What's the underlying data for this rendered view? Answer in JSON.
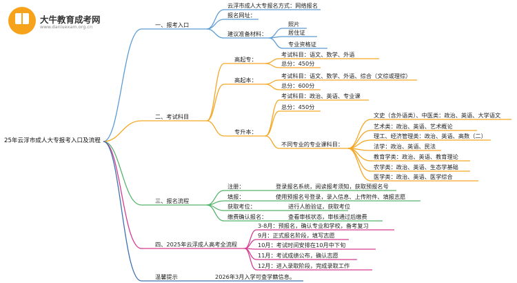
{
  "logo": {
    "title": "大牛教育成考网",
    "url": "www.daniuexam.org.cn"
  },
  "root": "25年云浮市成人大专报考入口及流程",
  "branches": {
    "b1": {
      "label": "一、报考入口",
      "mode": "云浮市成人大专报名方式：网络报名",
      "site": "报名网址：",
      "materials": "建议准备材料：",
      "mat_items": [
        "照片",
        "居住证",
        "专业资格证"
      ]
    },
    "b2": {
      "label": "二、考试科目",
      "gqz": {
        "label": "高起专：",
        "subjects": "考试科目：语文、数学、外语",
        "total": "总分：450分"
      },
      "gqb": {
        "label": "高起本：",
        "subjects": "考试科目：语文、数学、外语、综合（文综或理综）",
        "total": "总分：600分"
      },
      "zsb": {
        "label": "专升本：",
        "subjects": "考试科目：政治、英语、专业课",
        "total": "总分：450分",
        "spec_label": "不同专业的专业课科目：",
        "spec_items": [
          "文史（含外语类）、中医类：政治、英语、大学语文",
          "艺术类：政治、英语、艺术概论",
          "理工、经济管理类：政治、英语、高数（二）",
          "法学：政治、英语、民法",
          "教育学类：政治、英语、教育理论",
          "农学类：政治、英语、生态学基础",
          "医学类：政治、英语、医学综合"
        ]
      }
    },
    "b3": {
      "label": "三、报名流程",
      "steps": [
        {
          "name": "注册：",
          "desc": "登录报名系统，阅读报考须知，获取预报名号"
        },
        {
          "name": "填报：",
          "desc": "使用预报名号登录，录入信息、上传附件、填报志愿"
        },
        {
          "name": "获取考位：",
          "desc": "进行人脸验证，获取考位"
        },
        {
          "name": "缴费确认报名：",
          "desc": "查看审核状态，审核通过后缴费"
        }
      ]
    },
    "b4": {
      "label": "四、2025年云浮成人高考全流程",
      "items": [
        "3-8月：预报名，确认专业和学校，备考复习",
        "9月：正式报名阶段，填写志愿",
        "10月：考试时间安排在10月中下旬",
        "11月：考试成绩公布，确认志愿",
        "12月：进入录取阶段，完成录取工作"
      ]
    },
    "b5": {
      "label": "温馨提示",
      "note": "2026年3月入学可查学籍信息。"
    }
  },
  "colors": {
    "b1": "#5b9bd5",
    "b2": "#f5a623",
    "b3": "#55b36b",
    "b4": "#d63b8f",
    "b5": "#3a6fb0",
    "logo": "#f6a31b"
  }
}
